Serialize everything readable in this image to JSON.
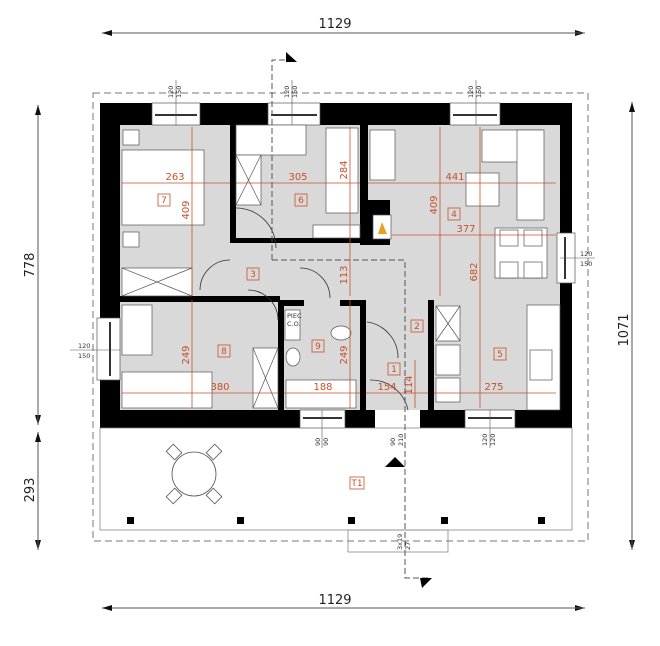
{
  "plan": {
    "overall_width_top": "1129",
    "overall_width_bottom": "1129",
    "overall_height_right": "1071",
    "left_upper_height": "778",
    "left_lower_height": "293",
    "colors": {
      "wall": "#000000",
      "floor": "#d9d9d9",
      "dimension": "#c8502a",
      "outline": "#888888"
    }
  },
  "rooms": [
    {
      "id": "1",
      "label": "1"
    },
    {
      "id": "2",
      "label": "2"
    },
    {
      "id": "3",
      "label": "3"
    },
    {
      "id": "4",
      "label": "4"
    },
    {
      "id": "5",
      "label": "5"
    },
    {
      "id": "6",
      "label": "6"
    },
    {
      "id": "7",
      "label": "7"
    },
    {
      "id": "8",
      "label": "8"
    },
    {
      "id": "9",
      "label": "9"
    },
    {
      "id": "T1",
      "label": "T1"
    }
  ],
  "room_dims": {
    "r7_w": "263",
    "r7_h": "409",
    "r6_w": "305",
    "r6_h": "284",
    "r4_w": "441",
    "r4_h": "409",
    "r4_w2": "377",
    "r4_h2": "682",
    "r3_h": "113",
    "r8_w": "380",
    "r8_h": "249",
    "r9_w": "188",
    "r9_h": "249",
    "r1_w": "154",
    "r1_h": "114",
    "r5_w": "275"
  },
  "windows": {
    "w_top1_a": "120",
    "w_top1_b": "150",
    "w_top2_a": "120",
    "w_top2_b": "150",
    "w_top3_a": "120",
    "w_top3_b": "150",
    "w_left_a": "120",
    "w_left_b": "150",
    "w_right_a": "120",
    "w_right_b": "150",
    "w_bot1_a": "90",
    "w_bot1_b": "90",
    "w_bot2_a": "90",
    "w_bot2_b": "210",
    "w_bot3_a": "120",
    "w_bot3_b": "120",
    "step_a": "3x19",
    "step_b": "27"
  },
  "fixtures": {
    "wc_label_1": "PIEC",
    "wc_label_2": "C.O."
  }
}
